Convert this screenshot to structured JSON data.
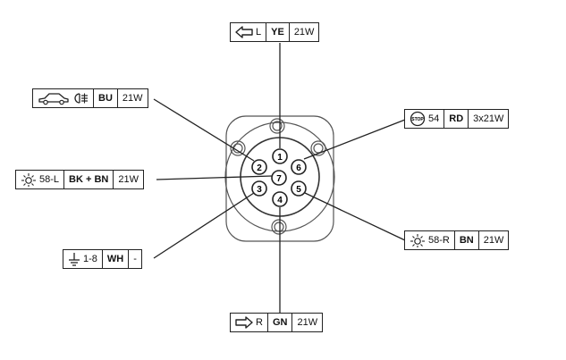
{
  "pins": [
    {
      "number": "1",
      "function": "L",
      "color": "YE",
      "power": "21W",
      "icon": "left-turn-arrow-icon"
    },
    {
      "number": "2",
      "function": "",
      "color": "BU",
      "power": "21W",
      "icon": "rear-fog-light-icon"
    },
    {
      "number": "3",
      "function": "1-8",
      "color": "WH",
      "power": "-",
      "icon": "ground-icon"
    },
    {
      "number": "4",
      "function": "R",
      "color": "GN",
      "power": "21W",
      "icon": "right-turn-arrow-icon"
    },
    {
      "number": "5",
      "function": "58-R",
      "color": "BN",
      "power": "21W",
      "icon": "tail-light-icon"
    },
    {
      "number": "6",
      "function": "54",
      "color": "RD",
      "power": "3x21W",
      "icon": "stop-light-icon"
    },
    {
      "number": "7",
      "function": "58-L",
      "color": "BK + BN",
      "power": "21W",
      "icon": "tail-light-icon"
    }
  ],
  "stop_badge": "STOP"
}
